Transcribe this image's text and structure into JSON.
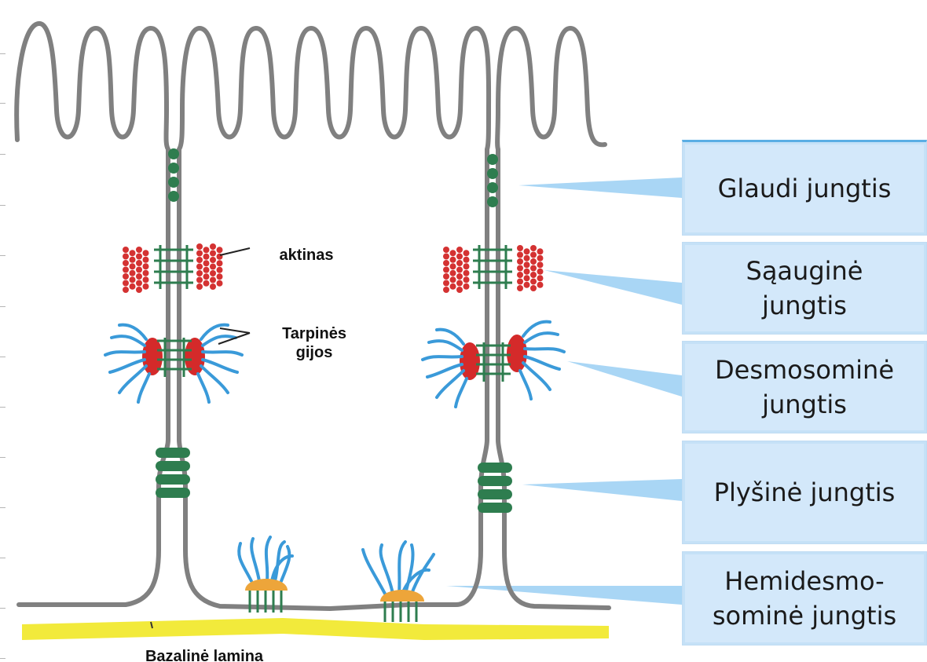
{
  "labels": {
    "actin": "aktinas",
    "intermediate_filaments": "Tarpinės\ngijos",
    "basal_lamina": "Bazalinė lamina"
  },
  "junctions": [
    {
      "label": "Glaudi jungtis"
    },
    {
      "label": "Sąauginė\njungtis"
    },
    {
      "label": "Desmosominė\njungtis"
    },
    {
      "label": "Plyšinė jungtis"
    },
    {
      "label": "Hemidesmo-\nsominė jungtis"
    }
  ],
  "colors": {
    "membrane": "#808080",
    "tight_junction": "#2e7d4f",
    "actin": "#d43232",
    "desmosome_plaque": "#d42a2a",
    "keratin_filament": "#3a9ad9",
    "hemidesmosome_plaque": "#eda53a",
    "basal_lamina": "#f2ea3b",
    "callout": "#a9d6f5",
    "panel_fill": "#d3e8fa"
  }
}
